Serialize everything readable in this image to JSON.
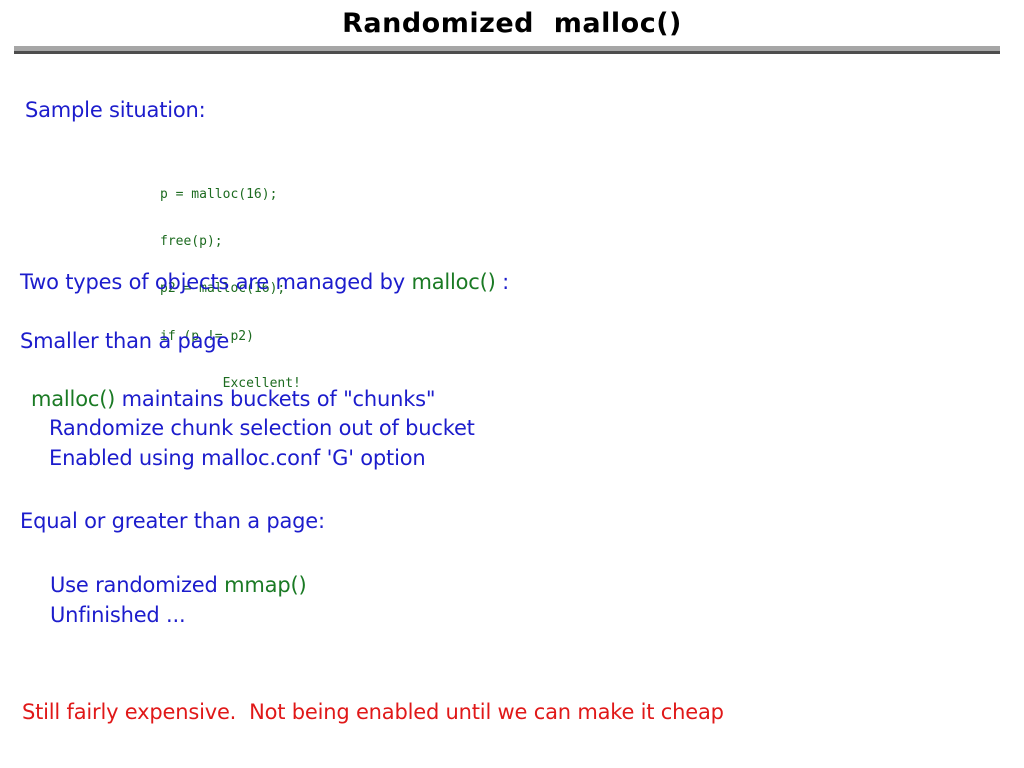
{
  "slide": {
    "title": "Randomized  malloc()",
    "divider": {
      "style": "groove",
      "color_top": "#a6a6a6",
      "color_bottom": "#4d4d4d"
    }
  },
  "colors": {
    "title": "#000000",
    "body_blue": "#1c1ccc",
    "code_green": "#1d6b20",
    "inline_green": "#1a7a24",
    "warning_red": "#e01818",
    "background": "#ffffff"
  },
  "content": {
    "sample_heading": "Sample situation:",
    "code": {
      "lines": [
        "p = malloc(16);",
        "free(p);",
        "p2 = malloc(16);",
        "if (p != p2)",
        "        Excellent!"
      ]
    },
    "two_types": {
      "prefix": "Two types of objects are managed by ",
      "code_ref": "malloc()",
      "suffix": " :"
    },
    "smaller_heading": "Smaller than a page",
    "buckets_line": {
      "code_ref": "malloc()",
      "rest": " maintains buckets of \"chunks\""
    },
    "bullets_small": [
      "Randomize chunk selection out of bucket",
      "Enabled using malloc.conf 'G' option"
    ],
    "equal_heading": "Equal or greater than a page:",
    "bullets_large": [
      {
        "prefix": "Use randomized ",
        "code_ref": "mmap()",
        "suffix": ""
      },
      {
        "prefix": "Unfinished ...",
        "code_ref": "",
        "suffix": ""
      }
    ],
    "footer_note": "Still fairly expensive.  Not being enabled until we can make it cheap"
  }
}
